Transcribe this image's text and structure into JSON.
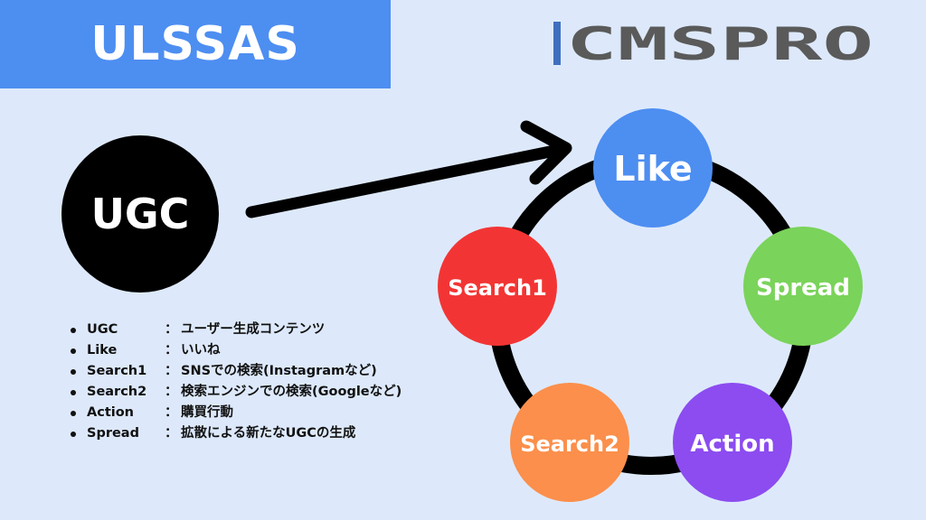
{
  "title": "ULSSAS",
  "logo": {
    "text": "CMSPRO",
    "text_color": "#5a5a5a",
    "accent_color": "#3e6fbf"
  },
  "source_node": {
    "label": "UGC",
    "color": "#000000"
  },
  "cycle_nodes": [
    {
      "key": "like",
      "label": "Like",
      "color": "#4d8ef1"
    },
    {
      "key": "spread",
      "label": "Spread",
      "color": "#7ad35a"
    },
    {
      "key": "action",
      "label": "Action",
      "color": "#8c4cf0"
    },
    {
      "key": "search2",
      "label": "Search2",
      "color": "#fb8f4b"
    },
    {
      "key": "search1",
      "label": "Search1",
      "color": "#f23534"
    }
  ],
  "legend": [
    {
      "term": "UGC",
      "sep": "：",
      "desc": "ユーザー生成コンテンツ"
    },
    {
      "term": "Like",
      "sep": "：",
      "desc": "いいね"
    },
    {
      "term": "Search1",
      "sep": "：",
      "desc": "SNSでの検索(Instagramなど)"
    },
    {
      "term": "Search2",
      "sep": "：",
      "desc": "検索エンジンでの検索(Googleなど)"
    },
    {
      "term": "Action",
      "sep": "：",
      "desc": "購買行動"
    },
    {
      "term": "Spread",
      "sep": "：",
      "desc": "拡散による新たなUGCの生成"
    }
  ]
}
